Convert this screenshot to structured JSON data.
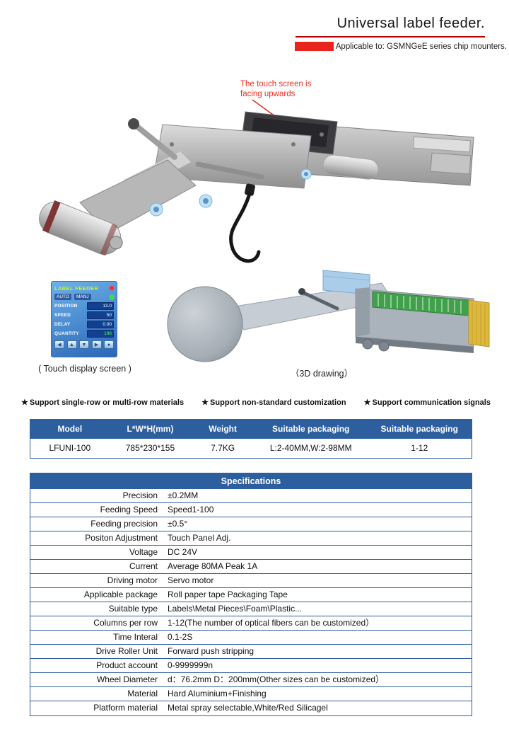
{
  "colors": {
    "table_blue": "#2d5f9e",
    "accent_red": "#e8241c",
    "underline_red": "#b30000",
    "annotation_red": "#e53020"
  },
  "header": {
    "title": "Universal label feeder.",
    "subtitle": "Applicable to: GSMNGeE series chip mounters."
  },
  "photo": {
    "annotation_line1": "The touch screen is",
    "annotation_line2": "facing upwards"
  },
  "captions": {
    "touch_screen": "( Touch display screen )",
    "drawing_3d": "（3D drawing）"
  },
  "icons": {
    "star": "★"
  },
  "touch_screen": {
    "title": "LABEL FEEDER",
    "mode_auto": "AUTO",
    "mode_manual": "MANJ",
    "fields": [
      {
        "label": "POSITION",
        "value": "13.0"
      },
      {
        "label": "SPEED",
        "value": "50"
      },
      {
        "label": "DELAY",
        "value": "0.00"
      },
      {
        "label": "QUANTITY",
        "value": "196"
      }
    ],
    "buttons": [
      "◀",
      "▲",
      "▼",
      "▶",
      "●"
    ]
  },
  "features": [
    {
      "label": "Support single-row or multi-row materials"
    },
    {
      "label": "Support non-standard customization"
    },
    {
      "label": "Support communication signals"
    }
  ],
  "model_table": {
    "headers": [
      "Model",
      "L*W*H(mm)",
      "Weight",
      "Suitable packaging",
      "Suitable packaging"
    ],
    "row": [
      "LFUNI-100",
      "785*230*155",
      "7.7KG",
      "L:2-40MM,W:2-98MM",
      "1-12"
    ]
  },
  "spec_table": {
    "title": "Specifications",
    "rows": [
      {
        "label": "Precision",
        "value": "±0.2MM"
      },
      {
        "label": "Feeding Speed",
        "value": "Speed1-100"
      },
      {
        "label": "Feeding precision",
        "value": "±0.5°"
      },
      {
        "label": "Positon Adjustment",
        "value": "Touch Panel Adj."
      },
      {
        "label": "Voltage",
        "value": "DC 24V"
      },
      {
        "label": "Current",
        "value": "Average 80MA  Peak 1A"
      },
      {
        "label": "Driving motor",
        "value": "Servo motor"
      },
      {
        "label": "Applicable package",
        "value": "Roll paper tape Packaging Tape"
      },
      {
        "label": "Suitable type",
        "value": "Labels\\Metal Pieces\\Foam\\Plastic..."
      },
      {
        "label": "Columns per row",
        "value": "1-12(The number of optical fibers can be customized）"
      },
      {
        "label": "Time Interal",
        "value": "0.1-2S"
      },
      {
        "label": "Drive Roller Unit",
        "value": "Forward push stripping"
      },
      {
        "label": "Product account",
        "value": "0-9999999n"
      },
      {
        "label": "Wheel Diameter",
        "value": "d：76.2mm D：200mm(Other sizes can be customized）"
      },
      {
        "label": "Material",
        "value": "Hard Aluminium+Finishing"
      },
      {
        "label": "Platform material",
        "value": "Metal spray selectable,White/Red Silicagel"
      }
    ]
  }
}
